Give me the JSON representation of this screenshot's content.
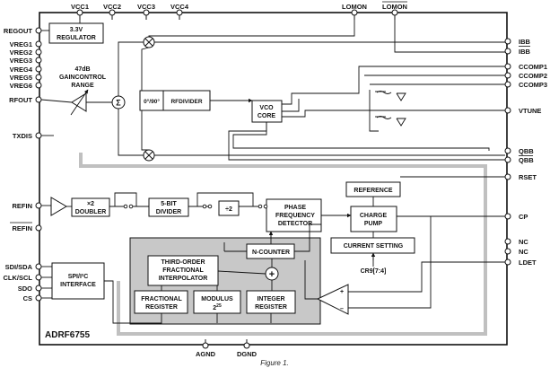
{
  "chip": {
    "name": "ADRF6755"
  },
  "caption": "Figure 1.",
  "pins": {
    "top": [
      "VCC1",
      "VCC2",
      "VCC3",
      "VCC4",
      "LOMON",
      "LOMON"
    ],
    "left": [
      "REGOUT",
      "VREG1",
      "VREG2",
      "VREG3",
      "VREG4",
      "VREG5",
      "VREG6",
      "RFOUT",
      "TXDIS",
      "REFIN",
      "REFIN",
      "SDI/SDA",
      "CLK/SCL",
      "SDO",
      "CS"
    ],
    "right": [
      "IBB",
      "IBB",
      "CCOMP1",
      "CCOMP2",
      "CCOMP3",
      "VTUNE",
      "QBB",
      "QBB",
      "RSET",
      "CP",
      "NC",
      "NC",
      "LDET"
    ],
    "bottom": [
      "AGND",
      "DGND"
    ]
  },
  "blocks": {
    "regulator": [
      "3.3V",
      "REGULATOR"
    ],
    "gain_control": [
      "47dB",
      "GAINCONTROL",
      "RANGE"
    ],
    "sum_symbol": "Σ",
    "phase_shift": "0°/90°",
    "rf_divider": "RFDIVIDER",
    "vco": [
      "VCO",
      "CORE"
    ],
    "doubler": [
      "×2",
      "DOUBLER"
    ],
    "five_bit_divider": [
      "5-BIT",
      "DIVIDER"
    ],
    "div2": "÷2",
    "pfd": [
      "PHASE",
      "FREQUENCY",
      "DETECTOR"
    ],
    "reference": "REFERENCE",
    "charge_pump": [
      "CHARGE",
      "PUMP"
    ],
    "current_setting": "CURRENT SETTING",
    "cr9": "CR9[7:4]",
    "n_counter": "N-COUNTER",
    "third_order": [
      "THIRD-ORDER",
      "FRACTIONAL",
      "INTERPOLATOR"
    ],
    "spi": [
      "SPI/I²C",
      "INTERFACE"
    ],
    "fractional_register": [
      "FRACTIONAL",
      "REGISTER"
    ],
    "modulus": [
      "MODULUS",
      "2",
      "25"
    ],
    "integer_register": [
      "INTEGER",
      "REGISTER"
    ],
    "plus": "+",
    "minus": "–"
  }
}
